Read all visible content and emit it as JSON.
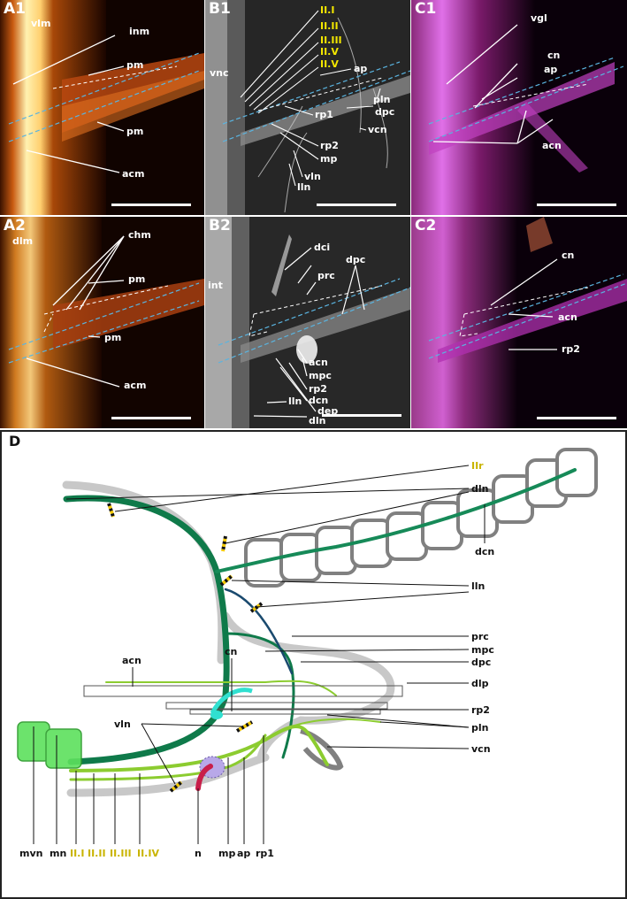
{
  "figure": {
    "panels": {
      "A1": {
        "id": "A1",
        "tissue_label": "vlm",
        "labels": [
          "inm",
          "pm",
          "pm",
          "acm"
        ]
      },
      "B1": {
        "id": "B1",
        "tissue_label": "vnc",
        "yellow_labels": [
          "II.I",
          "II.II",
          "II.III",
          "II.V",
          "II.V"
        ],
        "labels": [
          "ap",
          "pln",
          "dpc",
          "vcn",
          "rp1",
          "rp2",
          "mp",
          "vln",
          "lln"
        ]
      },
      "C1": {
        "id": "C1",
        "labels": [
          "vgl",
          "cn",
          "ap",
          "acn"
        ]
      },
      "A2": {
        "id": "A2",
        "tissue_label": "dlm",
        "labels": [
          "chm",
          "pm",
          "pm",
          "acm"
        ]
      },
      "B2": {
        "id": "B2",
        "tissue_label": "int",
        "labels": [
          "dci",
          "dpc",
          "prc",
          "acn",
          "mpc",
          "rp2",
          "dcn",
          "dep",
          "lln",
          "dln"
        ]
      },
      "C2": {
        "id": "C2",
        "labels": [
          "cn",
          "acn",
          "rp2"
        ]
      },
      "D": {
        "id": "D",
        "right_labels": [
          "IIr",
          "dln",
          "lln",
          "dcn",
          "prc",
          "mpc",
          "dpc",
          "dlp",
          "rp2",
          "pln",
          "vcn"
        ],
        "left_labels": [
          "acn",
          "cn",
          "vln"
        ],
        "bottom_labels": [
          "mvn",
          "mn",
          "II.I",
          "II.II",
          "II.III",
          "II.IV",
          "n",
          "mp",
          "ap",
          "rp1"
        ]
      }
    },
    "colors": {
      "orange_stain": "#e07820",
      "gray_stain": "#d8d8d8",
      "magenta_stain": "#d040c8",
      "dashed_outline": "#5ab4e0",
      "yellow_label": "#f2e600",
      "dark_green": "#0f7a4a",
      "light_green": "#8ccc30",
      "navy": "#1a4a6e"
    }
  }
}
